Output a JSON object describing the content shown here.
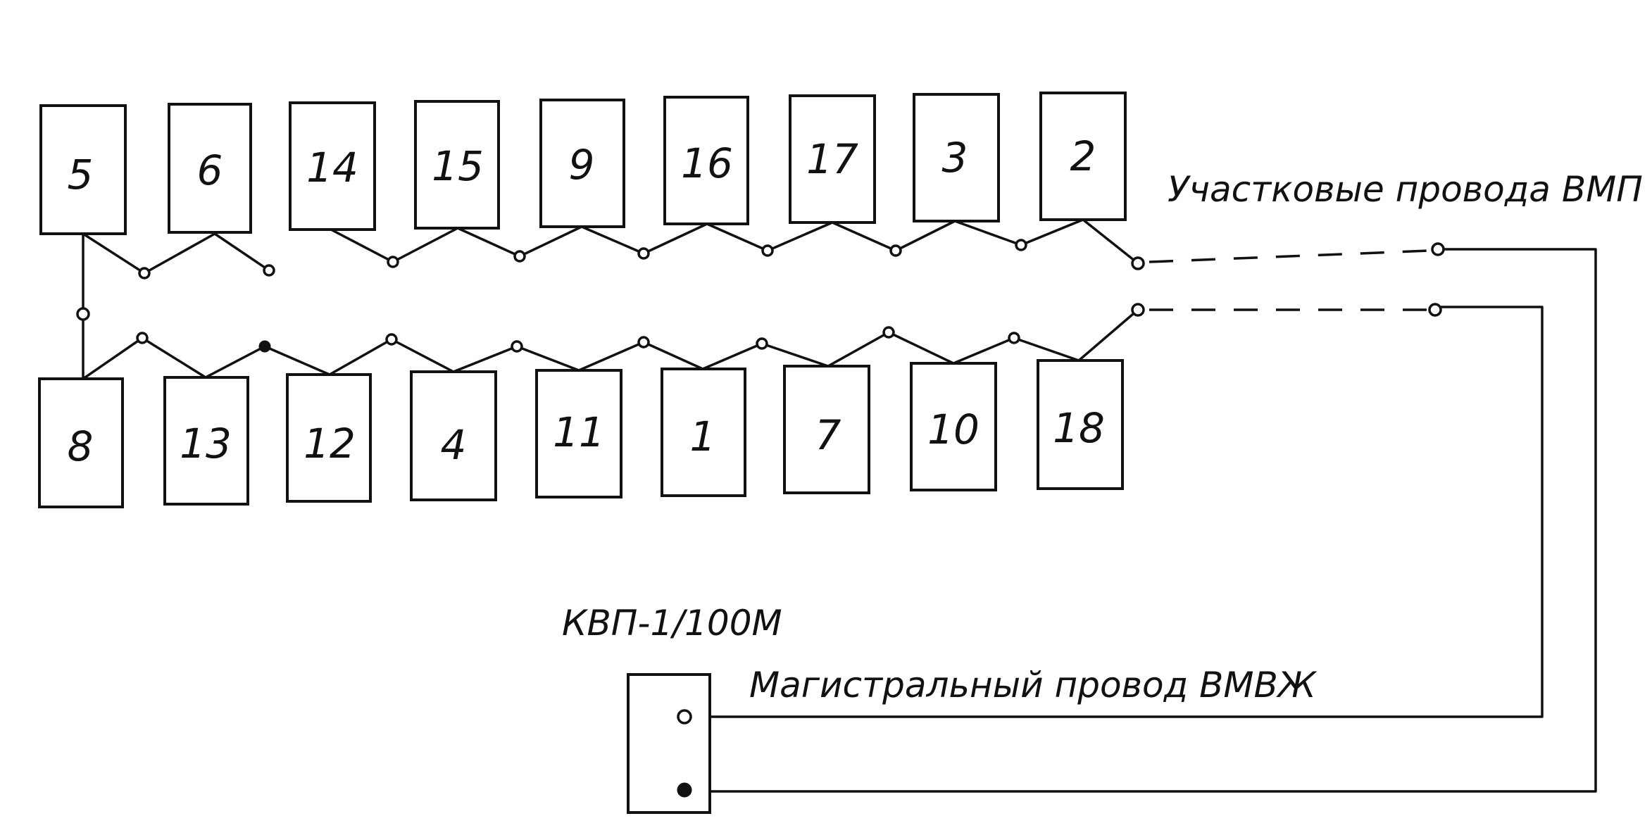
{
  "diagram": {
    "top_row": [
      "5",
      "6",
      "14",
      "15",
      "9",
      "16",
      "17",
      "3",
      "2"
    ],
    "bottom_row": [
      "8",
      "13",
      "12",
      "4",
      "11",
      "1",
      "7",
      "10",
      "18"
    ],
    "section_wires_label": "Участковые провода ВМП",
    "device_label": "КВП-1/100М",
    "trunk_wire_label": "Магистральный провод ВМВЖ"
  }
}
